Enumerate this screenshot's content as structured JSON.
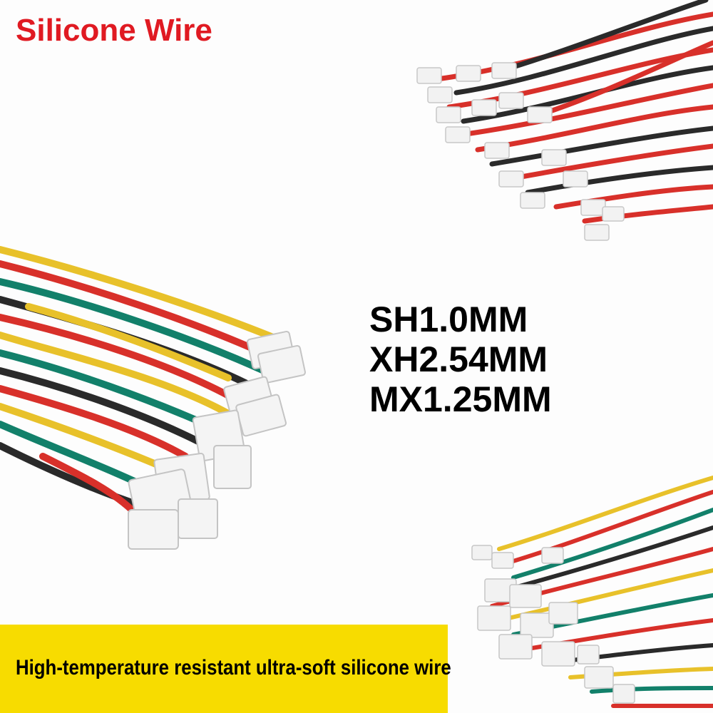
{
  "title": "Silicone Wire",
  "specs": [
    "SH1.0MM",
    "XH2.54MM",
    "MX1.25MM"
  ],
  "banner": {
    "text": "High-temperature resistant ultra-soft silicone wire",
    "color": "#f7dc00"
  },
  "colors": {
    "title": "#e01a22",
    "wire_red": "#d8302a",
    "wire_black": "#2a2a2a",
    "wire_yellow": "#e8c12a",
    "wire_green": "#12806a",
    "connector": "#f2f2f2"
  },
  "photos": [
    {
      "name": "red-black-2-pin-wire-bundle"
    },
    {
      "name": "4-color-4-pin-wire-bundle"
    },
    {
      "name": "4-color-small-pin-wire-bundle"
    }
  ]
}
